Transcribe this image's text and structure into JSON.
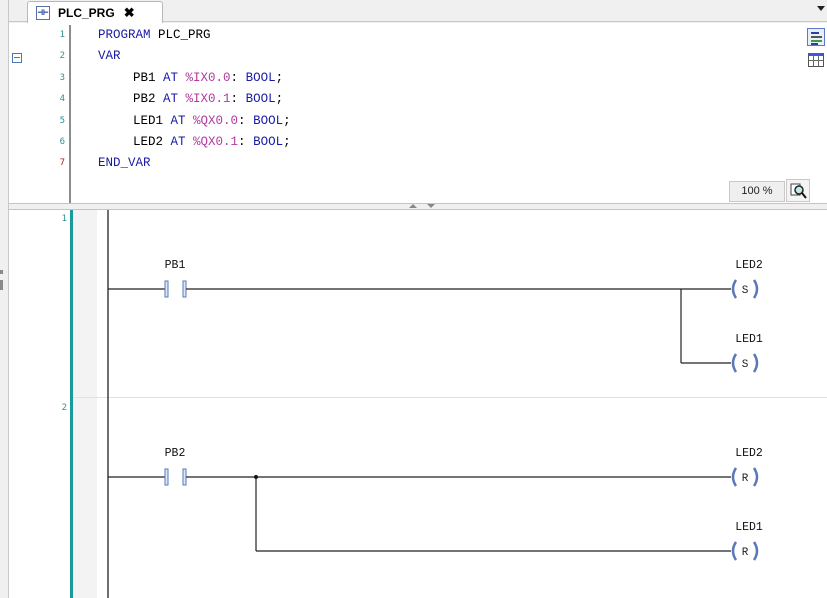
{
  "tab": {
    "title": "PLC_PRG",
    "icon": "ladder-pou-icon",
    "close_glyph": "✕"
  },
  "declaration": {
    "line_numbers": [
      "1",
      "2",
      "3",
      "4",
      "5",
      "6",
      "7"
    ],
    "lines": [
      {
        "tokens": [
          {
            "t": "PROGRAM",
            "c": "kw"
          },
          {
            "t": " PLC_PRG",
            "c": ""
          }
        ],
        "indent": false
      },
      {
        "tokens": [
          {
            "t": "VAR",
            "c": "kw"
          }
        ],
        "indent": false
      },
      {
        "tokens": [
          {
            "t": "PB1",
            "c": ""
          },
          {
            "t": " AT ",
            "c": "kw"
          },
          {
            "t": "%IX0.0",
            "c": "addr"
          },
          {
            "t": ": ",
            "c": ""
          },
          {
            "t": "BOOL",
            "c": "kw"
          },
          {
            "t": ";",
            "c": ""
          }
        ],
        "indent": true
      },
      {
        "tokens": [
          {
            "t": "PB2",
            "c": ""
          },
          {
            "t": " AT ",
            "c": "kw"
          },
          {
            "t": "%IX0.1",
            "c": "addr"
          },
          {
            "t": ": ",
            "c": ""
          },
          {
            "t": "BOOL",
            "c": "kw"
          },
          {
            "t": ";",
            "c": ""
          }
        ],
        "indent": true
      },
      {
        "tokens": [
          {
            "t": "LED1",
            "c": ""
          },
          {
            "t": " AT ",
            "c": "kw"
          },
          {
            "t": "%QX0.0",
            "c": "addr"
          },
          {
            "t": ": ",
            "c": ""
          },
          {
            "t": "BOOL",
            "c": "kw"
          },
          {
            "t": ";",
            "c": ""
          }
        ],
        "indent": true
      },
      {
        "tokens": [
          {
            "t": "LED2",
            "c": ""
          },
          {
            "t": " AT ",
            "c": "kw"
          },
          {
            "t": "%QX0.1",
            "c": "addr"
          },
          {
            "t": ": ",
            "c": ""
          },
          {
            "t": "BOOL",
            "c": "kw"
          },
          {
            "t": ";",
            "c": ""
          }
        ],
        "indent": true
      },
      {
        "tokens": [
          {
            "t": "END_VAR",
            "c": "kw"
          }
        ],
        "indent": false
      }
    ],
    "zoom_level": "100 %"
  },
  "ladder": {
    "rungs": [
      {
        "number": "1",
        "contact": "PB1",
        "coils": [
          {
            "variable": "LED2",
            "type": "S"
          },
          {
            "variable": "LED1",
            "type": "S"
          }
        ]
      },
      {
        "number": "2",
        "contact": "PB2",
        "coils": [
          {
            "variable": "LED2",
            "type": "R"
          },
          {
            "variable": "LED1",
            "type": "R"
          }
        ]
      }
    ]
  },
  "colors": {
    "keyword": "#1a1aa6",
    "address": "#b03a9e",
    "line_number": "#2b9191",
    "gutter": "#1a9a9a",
    "element_outline": "#5a78b8"
  }
}
